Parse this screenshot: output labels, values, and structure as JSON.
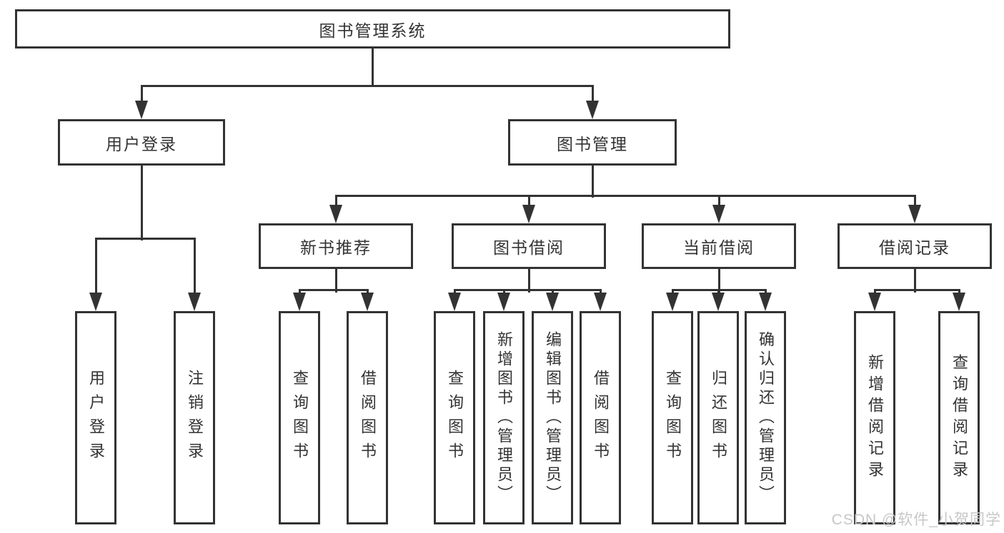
{
  "nodes": {
    "root": "图书管理系统",
    "user_login": "用户登录",
    "book_management": "图书管理",
    "new_book_recommend": "新书推荐",
    "book_borrowing": "图书借阅",
    "current_borrowing": "当前借阅",
    "borrowing_records": "借阅记录"
  },
  "leaves": {
    "user_login": [
      "用户登录",
      "注销登录"
    ],
    "new_book_recommend": [
      "查询图书",
      "借阅图书"
    ],
    "book_borrowing": [
      "查询图书",
      "新增图书（管理员）",
      "编辑图书（管理员）",
      "借阅图书"
    ],
    "current_borrowing": [
      "查询图书",
      "归还图书",
      "确认归还（管理员）"
    ],
    "borrowing_records": [
      "新增借阅记录",
      "查询借阅记录"
    ]
  },
  "watermark": "CSDN @软件_小贺同学",
  "colors": {
    "line": "#333333",
    "text": "#333333",
    "background": "#ffffff",
    "watermark": "#c7c7c7"
  }
}
